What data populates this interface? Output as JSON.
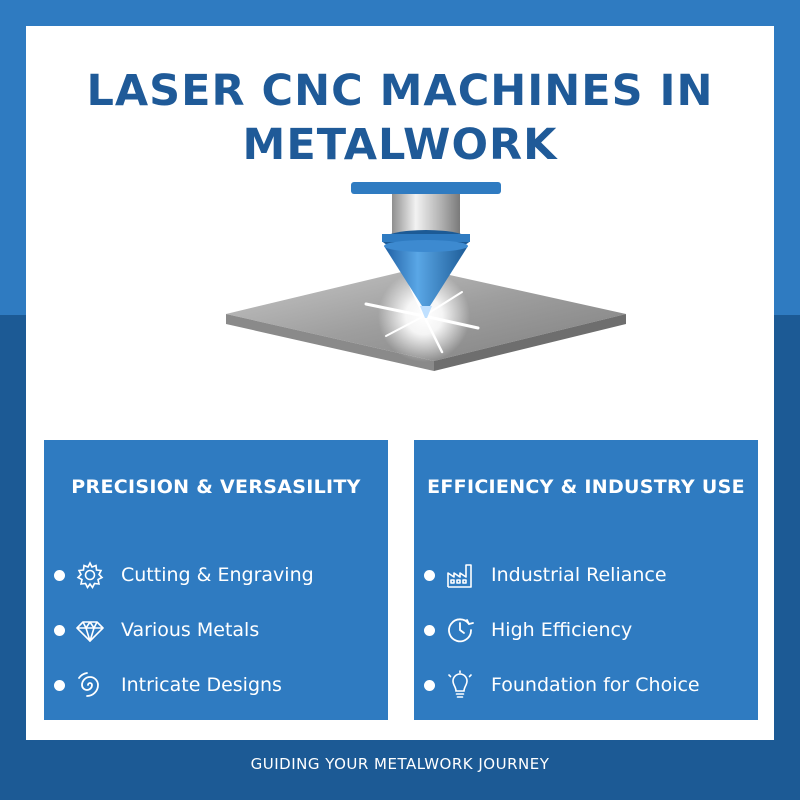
{
  "title": {
    "line1": "LASER CNC MACHINES IN",
    "line2": "METALWORK"
  },
  "illustration": {
    "name": "laser-cutting-head-on-metal-plate",
    "colors": {
      "head_blue": "#2f7bc1",
      "plate": "#9a9a9a"
    }
  },
  "panels": [
    {
      "title": "PRECISION & VERSASILITY",
      "items": [
        {
          "icon": "gear-icon",
          "label": "Cutting & Engraving"
        },
        {
          "icon": "diamond-icon",
          "label": "Various Metals"
        },
        {
          "icon": "swirl-icon",
          "label": "Intricate Designs"
        }
      ]
    },
    {
      "title": "EFFICIENCY & INDUSTRY USE",
      "items": [
        {
          "icon": "factory-icon",
          "label": "Industrial Reliance"
        },
        {
          "icon": "clock-icon",
          "label": "High Efficiency"
        },
        {
          "icon": "lightbulb-icon",
          "label": "Foundation for Choice"
        }
      ]
    }
  ],
  "footer": "GUIDING YOUR METALWORK JOURNEY",
  "colors": {
    "background_top": "#2f7bc1",
    "background_bottom": "#1c5a95",
    "title": "#1f5a98",
    "panel": "#2f7bc1"
  }
}
